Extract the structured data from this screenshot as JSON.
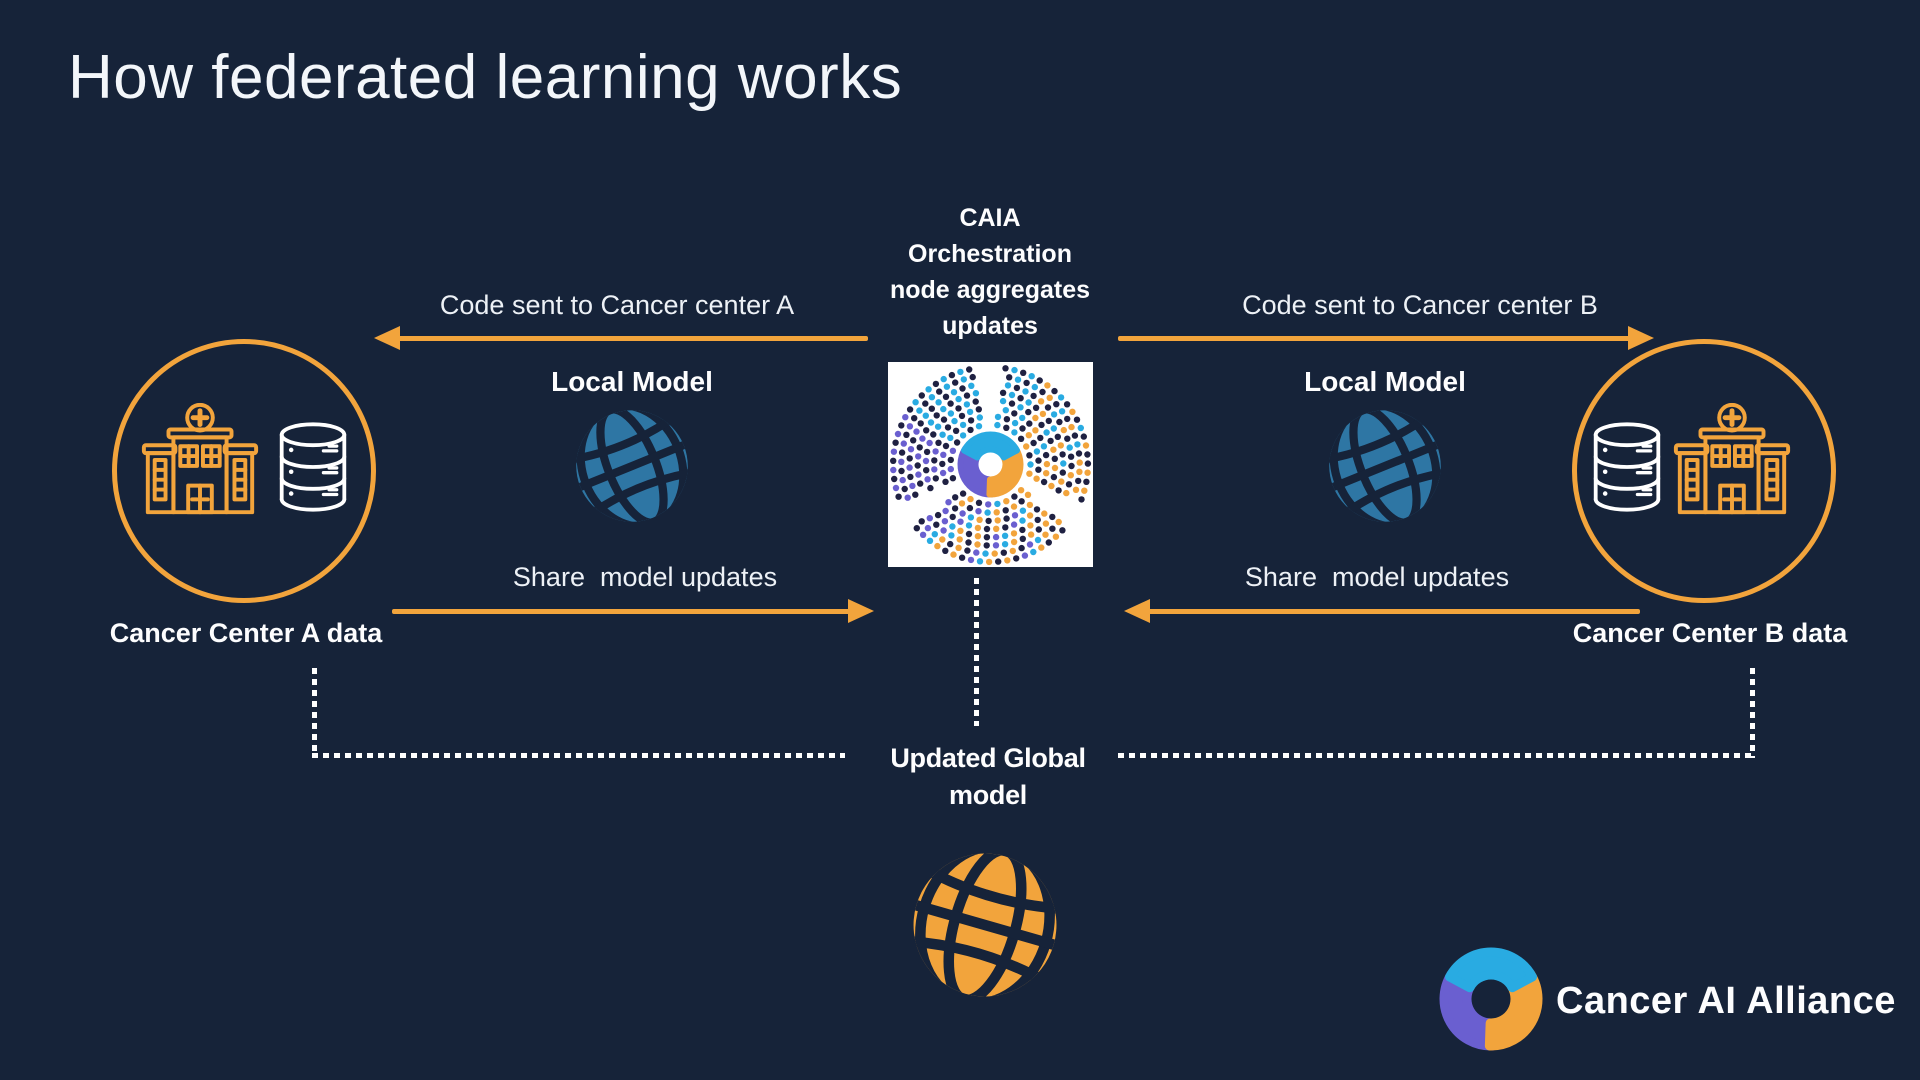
{
  "title": "How federated learning works",
  "hub": {
    "heading": "CAIA\nOrchestration\nnode aggregates\nupdates",
    "updated_global": "Updated Global\nmodel"
  },
  "flows": {
    "code_to_a": "Code sent to Cancer center A",
    "code_to_b": "Code sent to Cancer center B",
    "share_from_a": "Share  model updates",
    "share_from_b": "Share  model updates"
  },
  "sites": {
    "a": {
      "label": "Cancer Center A data",
      "local_model": "Local Model"
    },
    "b": {
      "label": "Cancer Center B data",
      "local_model": "Local Model"
    }
  },
  "branding": {
    "name": "Cancer AI Alliance"
  },
  "icons": {
    "hub": "caia-dot-ring-logo",
    "local_model": "globe-icon",
    "global_model": "globe-icon",
    "site": "hospital-icon, database-icon",
    "brand": "three-hands-logo"
  },
  "colors": {
    "background": "#162339",
    "accent_orange": "#F2A43C",
    "globe_blue": "#2E76A4",
    "logo_cyan": "#29ABE2",
    "logo_purple": "#6A5FD0",
    "logo_navy": "#1F2142",
    "text_white": "#FDFDFE"
  }
}
